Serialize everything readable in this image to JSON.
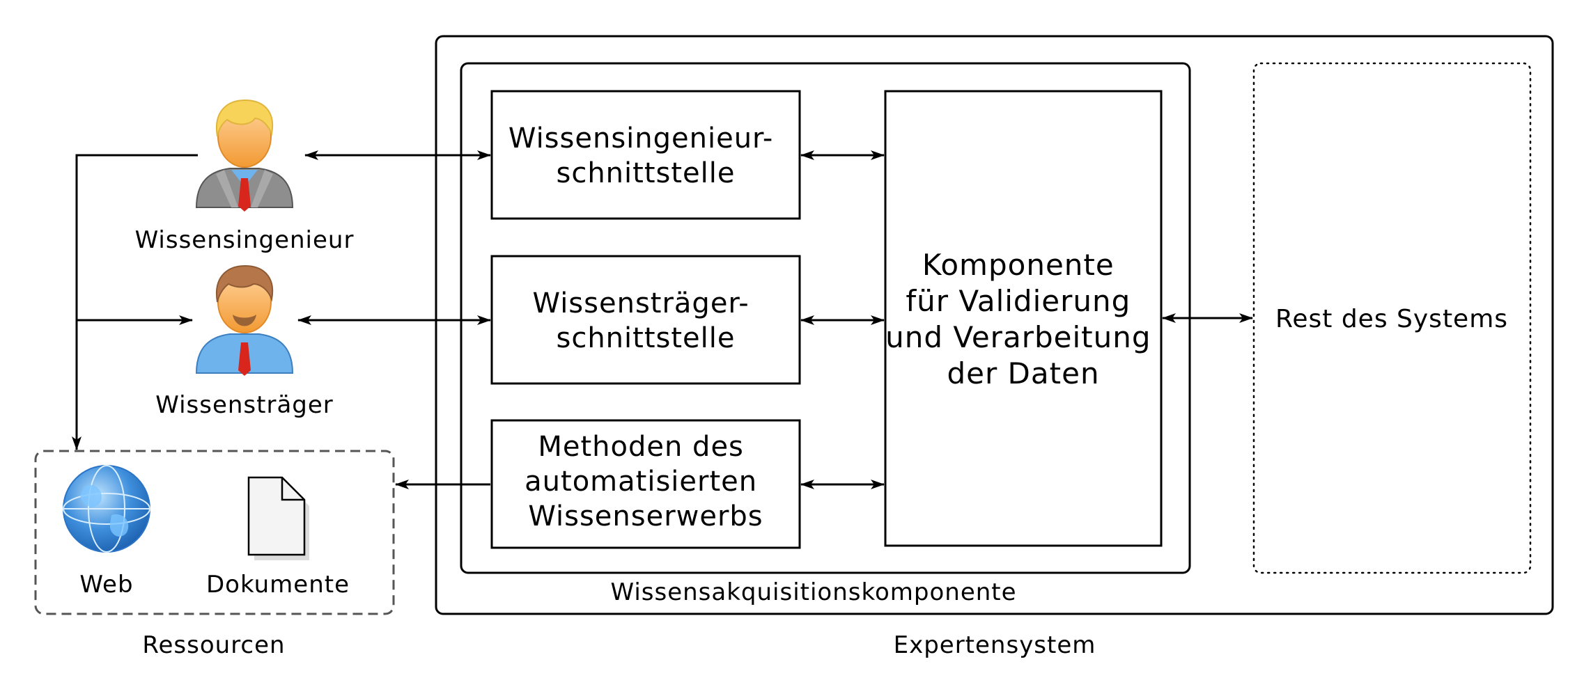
{
  "actors": {
    "engineer_label": "Wissensingenieur",
    "expert_label": "Wissensträger"
  },
  "resources": {
    "web_label": "Web",
    "documents_label": "Dokumente",
    "caption": "Ressourcen"
  },
  "interfaces": {
    "engineer_interface": [
      "Wissensingenieur-",
      "schnittstelle"
    ],
    "expert_interface": [
      "Wissensträger-",
      "schnittstelle"
    ],
    "methods": [
      "Methoden des",
      "automatisierten",
      "Wissenserwerbs"
    ]
  },
  "component": {
    "lines": [
      "Komponente",
      "für Validierung",
      "und Verarbeitung",
      "der Daten"
    ]
  },
  "acquisition_caption": "Wissensakquisitionskomponente",
  "rest_label": "Rest des Systems",
  "system_caption": "Expertensystem",
  "colors": {
    "line": "#000000",
    "skin": "#ffb049",
    "hair_blond": "#f7d35a",
    "hair_brown": "#b5774a",
    "suit_gray": "#8e8e8e",
    "shirt_blue": "#6fb3ec",
    "tie_red": "#d8261c",
    "globe_blue": "#3f8fdc",
    "paper": "#f4f4f4"
  },
  "icons": [
    "engineer-person-icon",
    "expert-person-icon",
    "web-globe-icon",
    "document-icon"
  ]
}
